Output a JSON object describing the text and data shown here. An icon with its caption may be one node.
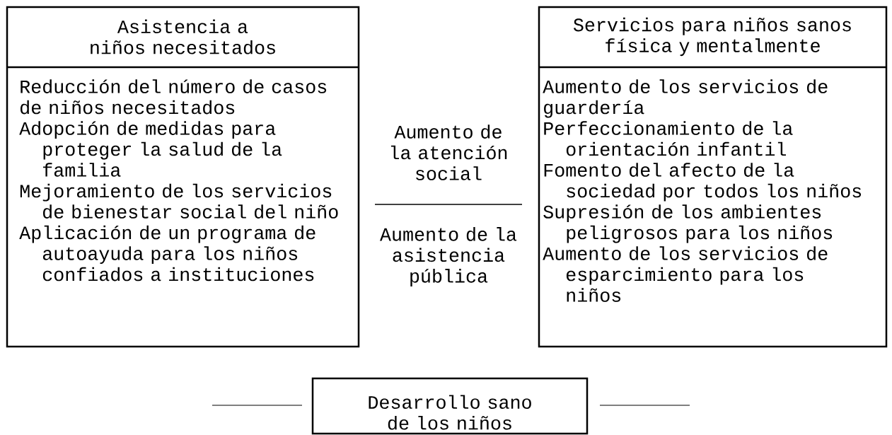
{
  "diagram": {
    "nodes": [
      {
        "text": [
          "Asistencia a niños necesitados",
          "Reducción del número de casos de niños necesitados",
          "Adopción de medidas para proteger la salud de la familia",
          "Mejoramiento de los servicios de bienestar social del niño",
          "Aplicación de un programa de autoayuda para los niños confiados a instituciones"
        ]
      },
      {
        "text": [
          "Servicios para niños sanos física y mentalmente",
          "Aumento de los servicios de guardería",
          "Perfeccionamiento de la orientación infantil",
          "Fomento del afecto de la sociedad por todos los niños",
          "Supresión de los ambientes peligrosos para los niños",
          "Aumento de los servicios de esparcimiento para los niños"
        ]
      },
      {
        "text": [
          "Desarrollo sano de los niños"
        ]
      }
    ],
    "labels": [
      "Aumento de la atención social",
      "Aumento de la asistencia pública"
    ]
  }
}
